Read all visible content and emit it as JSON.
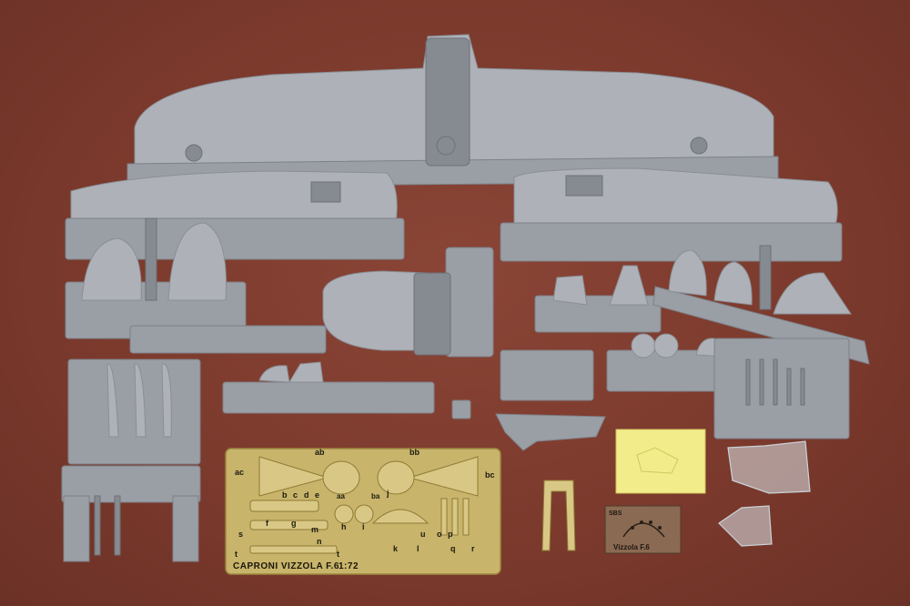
{
  "photo_etch": {
    "title": "CAPRONI VIZZOLA F.6",
    "scale": "1:72",
    "part_labels": [
      "ab",
      "bb",
      "ac",
      "bc",
      "b",
      "c",
      "d",
      "e",
      "aa",
      "ba",
      "j",
      "f",
      "g",
      "m",
      "h",
      "i",
      "o",
      "p",
      "n",
      "k",
      "l",
      "q",
      "r",
      "s",
      "t",
      "t",
      "u"
    ]
  },
  "decal": {
    "label": "Vizzola F.6",
    "code": "SBS"
  },
  "colors": {
    "background": "#7e3b2e",
    "resin": "#9a9ea5",
    "photo_etch": "#c8b46a",
    "mask": "#f2ec8a"
  }
}
